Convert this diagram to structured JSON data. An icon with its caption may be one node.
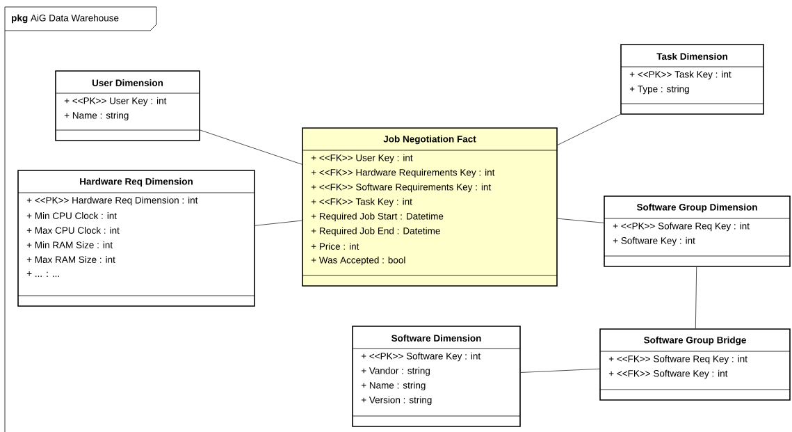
{
  "diagram": {
    "nodes": [
      {
        "text": [
          "**pkg** AiG Data Warehouse"
        ]
      },
      {
        "text": [
          "User Dimension",
          "+ <<PK>> User Key : int",
          "+ Name : string"
        ]
      },
      {
        "text": [
          "Task Dimension",
          "+ <<PK>> Task Key : int",
          "+ Type : string"
        ]
      },
      {
        "text": [
          "Job Negotiation Fact",
          "+ <<FK>> User Key : int",
          "+ <<FK>> Hardware Requirements Key : int",
          "+ <<FK>> Software Requirements Key : int",
          "+ <<FK>> Task Key : int",
          "+ Required Job Start : Datetime",
          "+ Required Job End : Datetime",
          "+ Price : int",
          "+ Was Accepted : bool"
        ]
      },
      {
        "text": [
          "Hardware Req Dimension",
          "+ <<PK>> Hardware Req Dimension : int",
          "+ Min CPU Clock : int",
          "+ Max CPU Clock : int",
          "+ Min RAM Size : int",
          "+ Max RAM Size : int",
          "+ ... : ..."
        ]
      },
      {
        "text": [
          "Software Group Dimension",
          "+ <<PK>> Sofware Req Key : int",
          "+ Software Key : int"
        ]
      },
      {
        "text": [
          "Software Dimension",
          "+ <<PK>> Software Key : int",
          "+ Vandor : string",
          "+ Name : string",
          "+ Version : string"
        ]
      },
      {
        "text": [
          "Software Group Bridge",
          "+ <<FK>> Software Req Key : int",
          "+ <<FK>> Software Key : int"
        ]
      }
    ],
    "edges": [
      {
        "from": 1,
        "to": 3,
        "arrow": "none"
      },
      {
        "from": 2,
        "to": 3,
        "arrow": "none"
      },
      {
        "from": 4,
        "to": 3,
        "arrow": "none"
      },
      {
        "from": 3,
        "to": 5,
        "arrow": "none"
      },
      {
        "from": 5,
        "to": 7,
        "arrow": "none"
      },
      {
        "from": 6,
        "to": 7,
        "arrow": "none"
      }
    ]
  }
}
